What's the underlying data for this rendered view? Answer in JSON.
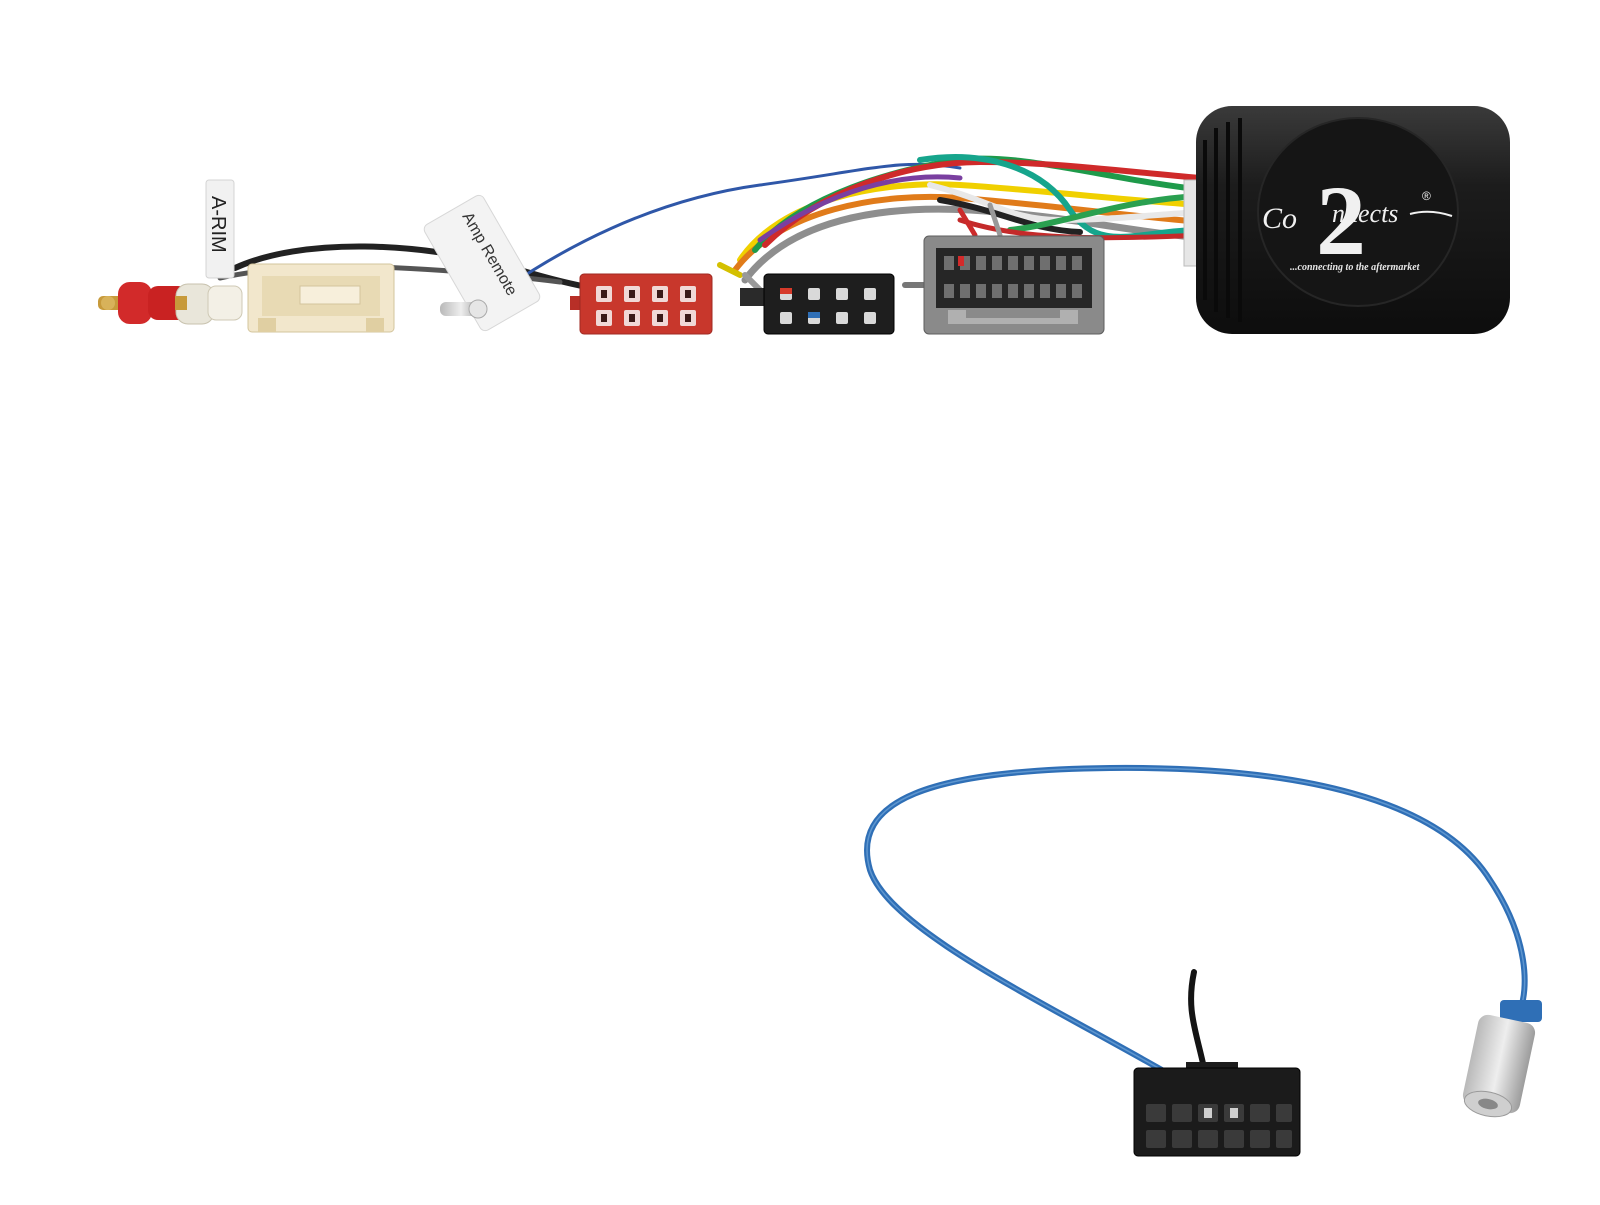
{
  "labels": {
    "a_rim": "A-RIM",
    "amp_remote": "Amp Remote"
  },
  "brand": {
    "logo_left": "Co",
    "logo_mid": "nnects",
    "logo_numeral": "2",
    "registered": "®",
    "tagline": "...connecting to the aftermarket"
  },
  "colors": {
    "module_body": "#1b1b1b",
    "red_iso": "#c8372c",
    "black_iso": "#1e1e1e",
    "grey_plug": "#8a8a8a",
    "cream_plug": "#f1e6c8",
    "blue_wire": "#2f6fb6",
    "rca_red": "#d22a2a"
  },
  "icons": [
    "rca-plug-red",
    "rca-plug-white",
    "antenna-plug",
    "molex-connector"
  ]
}
